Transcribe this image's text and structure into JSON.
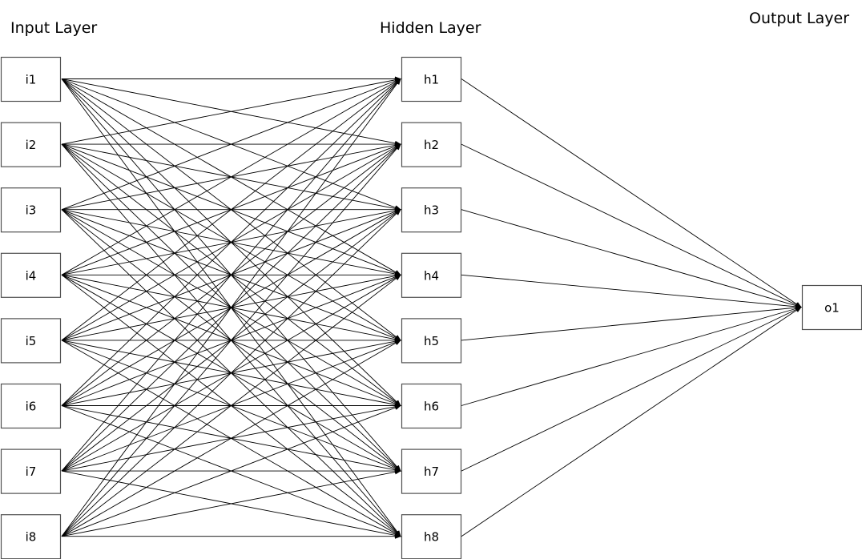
{
  "layer_titles": {
    "input": "Input Layer",
    "hidden": "Hidden Layer",
    "output": "Output Layer"
  },
  "input_nodes": [
    "i1",
    "i2",
    "i3",
    "i4",
    "i5",
    "i6",
    "i7",
    "i8"
  ],
  "hidden_nodes": [
    "h1",
    "h2",
    "h3",
    "h4",
    "h5",
    "h6",
    "h7",
    "h8"
  ],
  "output_nodes": [
    "o1"
  ],
  "connections": {
    "input_to_hidden": "fully-connected",
    "hidden_to_output": "fully-connected"
  },
  "colors": {
    "line": "#000000",
    "box_border": "#505050",
    "box_fill": "#ffffff",
    "background": "#ffffff"
  }
}
